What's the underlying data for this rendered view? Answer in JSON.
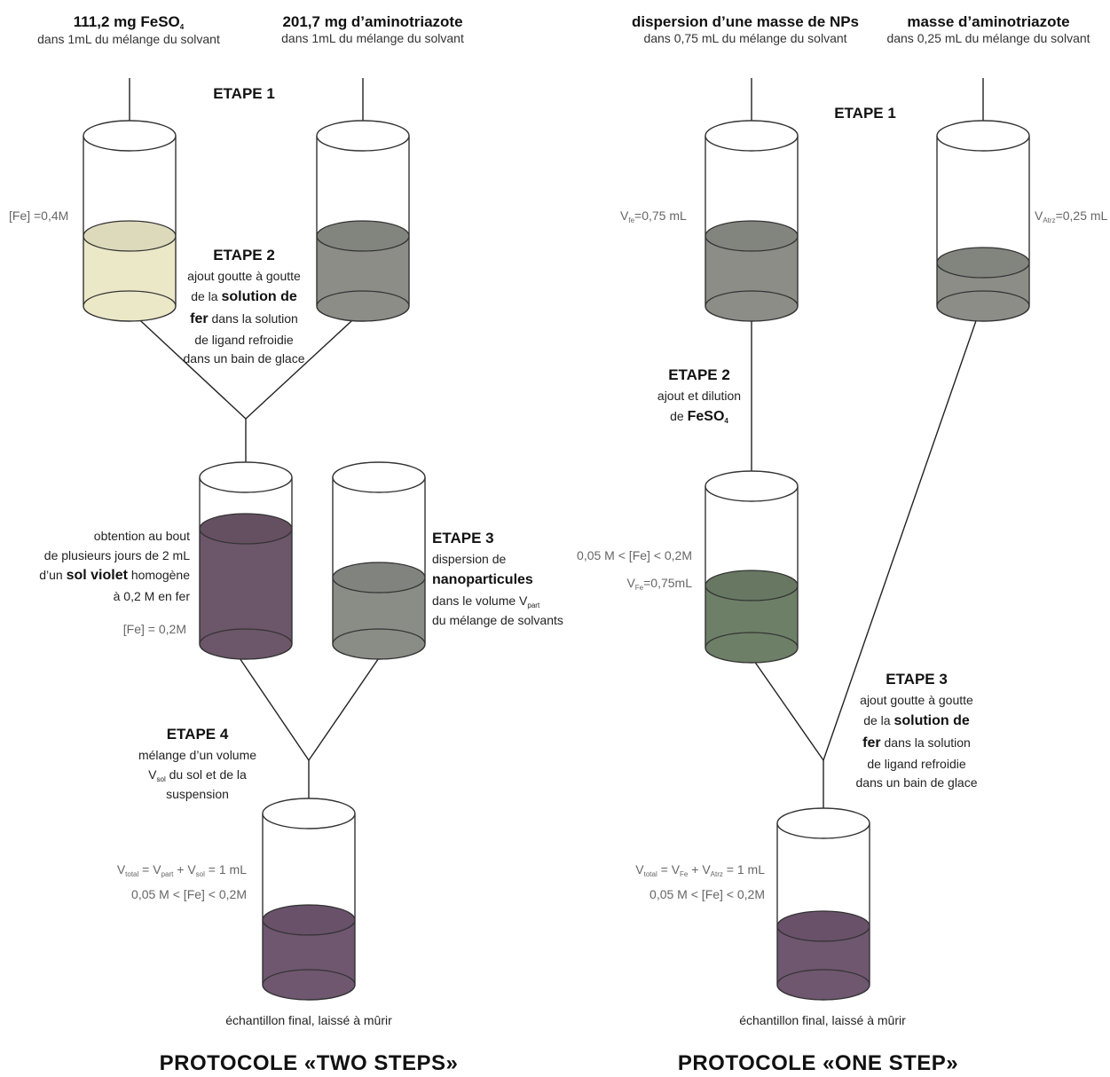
{
  "colors": {
    "fe_solution": "#ebe8c8",
    "ligand_gray": "#8b8d86",
    "violet_sol": "#6c5669",
    "nanoparticle_gray": "#8a8c86",
    "green_mix": "#6e7f68",
    "final_violet": "#6f5770",
    "outline": "#333333"
  },
  "two_steps": {
    "title": "PROTOCOLE «TWO STEPS»",
    "reagent1": {
      "title": "111,2 mg FeSO",
      "title_sub": "4",
      "desc": "dans 1mL du mélange du solvant"
    },
    "reagent2": {
      "title": "201,7 mg d’aminotriazote",
      "desc": "dans 1mL du mélange du solvant"
    },
    "etape1": "ETAPE 1",
    "fe_label": "[Fe] =0,4M",
    "etape2": {
      "title": "ETAPE 2",
      "l1": "ajout goutte à goutte",
      "l2a": "de la ",
      "l2b": "solution de",
      "l3a": "fer",
      "l3b": " dans la solution",
      "l4": "de ligand refroidie",
      "l5": "dans un bain de glace"
    },
    "obtention": {
      "l1": "obtention au bout",
      "l2": "de plusieurs jours de 2 mL",
      "l3a": "d’un ",
      "l3b": "sol violet",
      "l3c": " homogène",
      "l4": "à 0,2 M en fer"
    },
    "fe_02": "[Fe] = 0,2M",
    "etape3": {
      "title": "ETAPE 3",
      "l1": "dispersion de",
      "l2": "nanoparticules",
      "l3a": "dans le volume V",
      "l3sub": "part",
      "l4": "du mélange de solvants"
    },
    "etape4": {
      "title": "ETAPE 4",
      "l1": "mélange d’un volume",
      "l2a": "V",
      "l2sub": "sol",
      "l2b": " du sol et de la",
      "l3": "suspension"
    },
    "vtotal": {
      "a": "V",
      "a_sub": "total",
      "b": " = V",
      "b_sub": "part",
      "c": " + V",
      "c_sub": "sol",
      "d": " = 1 mL"
    },
    "fe_range": "0,05 M < [Fe] < 0,2M",
    "final_caption": "échantillon final, laissé à mûrir"
  },
  "one_step": {
    "title": "PROTOCOLE «ONE STEP»",
    "reagent1": {
      "title": "dispersion d’une masse de NPs",
      "desc": "dans 0,75 mL du mélange du solvant"
    },
    "reagent2": {
      "title": "masse d’aminotriazote",
      "desc": "dans 0,25 mL du mélange du solvant"
    },
    "etape1": "ETAPE 1",
    "vfe_label": {
      "a": "V",
      "a_sub": "fe",
      "b": "=0,75 mL"
    },
    "vatrz_label": {
      "a": "V",
      "a_sub": "Atrz",
      "b": "=0,25 mL"
    },
    "etape2": {
      "title": "ETAPE 2",
      "l1": "ajout et dilution",
      "l2a": "de ",
      "l2b": "FeSO",
      "l2sub": "4"
    },
    "fe_range_mid": "0,05 M < [Fe] < 0,2M",
    "vfe_mid": {
      "a": "V",
      "a_sub": "Fe",
      "b": "=0,75mL"
    },
    "etape3": {
      "title": "ETAPE 3",
      "l1": "ajout goutte à goutte",
      "l2a": "de la ",
      "l2b": "solution de",
      "l3a": "fer",
      "l3b": " dans la solution",
      "l4": "de ligand refroidie",
      "l5": "dans un bain de glace"
    },
    "vtotal": {
      "a": "V",
      "a_sub": "total",
      "b": " = V",
      "b_sub": "Fe",
      "c": " + V",
      "c_sub": "Atrz",
      "d": " = 1 mL"
    },
    "fe_range": "0,05 M < [Fe] < 0,2M",
    "final_caption": "échantillon final, laissé à mûrir"
  }
}
